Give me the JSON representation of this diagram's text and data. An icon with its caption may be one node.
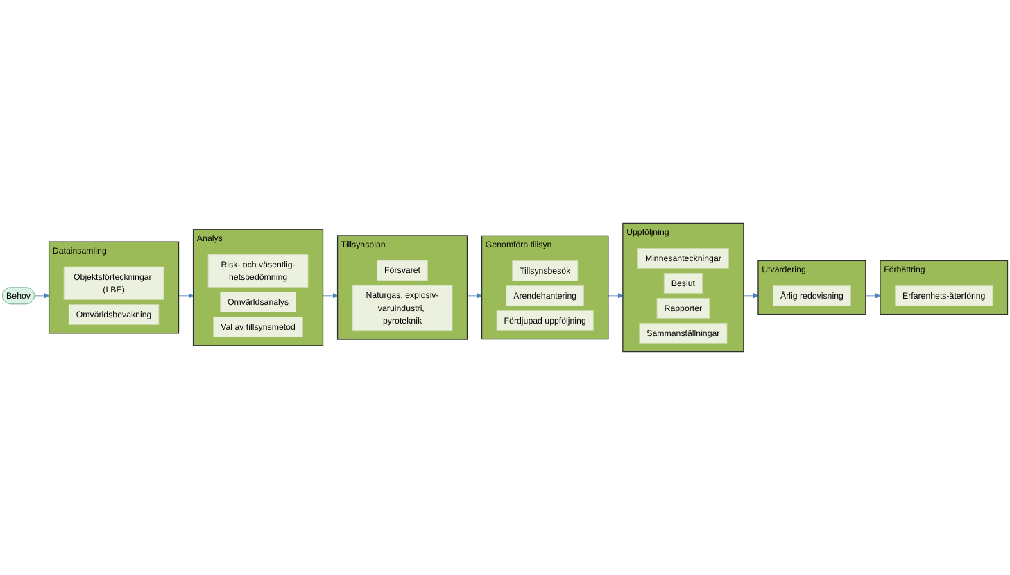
{
  "diagram": {
    "nodes": [
      {
        "text": [
          "Behov"
        ]
      },
      {
        "text": [
          "Datainsamling"
        ]
      },
      {
        "text": [
          "Objektsförteckningar (LBE)"
        ],
        "in": 1
      },
      {
        "text": [
          "Omvärldsbevakning"
        ],
        "in": 1
      },
      {
        "text": [
          "Analys"
        ]
      },
      {
        "text": [
          "Risk- och väsentlig-hetsbedömning"
        ],
        "in": 4
      },
      {
        "text": [
          "Omvärldsanalys"
        ],
        "in": 4
      },
      {
        "text": [
          "Val av tillsynsmetod"
        ],
        "in": 4
      },
      {
        "text": [
          "Tillsynsplan"
        ]
      },
      {
        "text": [
          "Försvaret"
        ],
        "in": 8
      },
      {
        "text": [
          "Naturgas, explosiv-varuindustri, pyroteknik"
        ],
        "in": 8
      },
      {
        "text": [
          "Genomföra tillsyn"
        ]
      },
      {
        "text": [
          "Tillsynsbesök"
        ],
        "in": 11
      },
      {
        "text": [
          "Ärendehantering"
        ],
        "in": 11
      },
      {
        "text": [
          "Fördjupad uppföljning"
        ],
        "in": 11
      },
      {
        "text": [
          "Uppföljning"
        ]
      },
      {
        "text": [
          "Minnesanteckningar"
        ],
        "in": 15
      },
      {
        "text": [
          "Beslut"
        ],
        "in": 15
      },
      {
        "text": [
          "Rapporter"
        ],
        "in": 15
      },
      {
        "text": [
          "Sammanställningar"
        ],
        "in": 15
      },
      {
        "text": [
          "Utvärdering"
        ]
      },
      {
        "text": [
          "Årlig redovisning"
        ],
        "in": 20
      },
      {
        "text": [
          "Förbättring"
        ]
      },
      {
        "text": [
          "Erfarenhets-återföring"
        ],
        "in": 22
      }
    ],
    "edges": [
      {
        "from": 0,
        "to": 1,
        "arrow": "to"
      },
      {
        "from": 1,
        "to": 4,
        "arrow": "to"
      },
      {
        "from": 4,
        "to": 8,
        "arrow": "to"
      },
      {
        "from": 8,
        "to": 11,
        "arrow": "to"
      },
      {
        "from": 11,
        "to": 15,
        "arrow": "to"
      },
      {
        "from": 15,
        "to": 20,
        "arrow": "to"
      },
      {
        "from": 20,
        "to": 22,
        "arrow": "to"
      }
    ]
  }
}
